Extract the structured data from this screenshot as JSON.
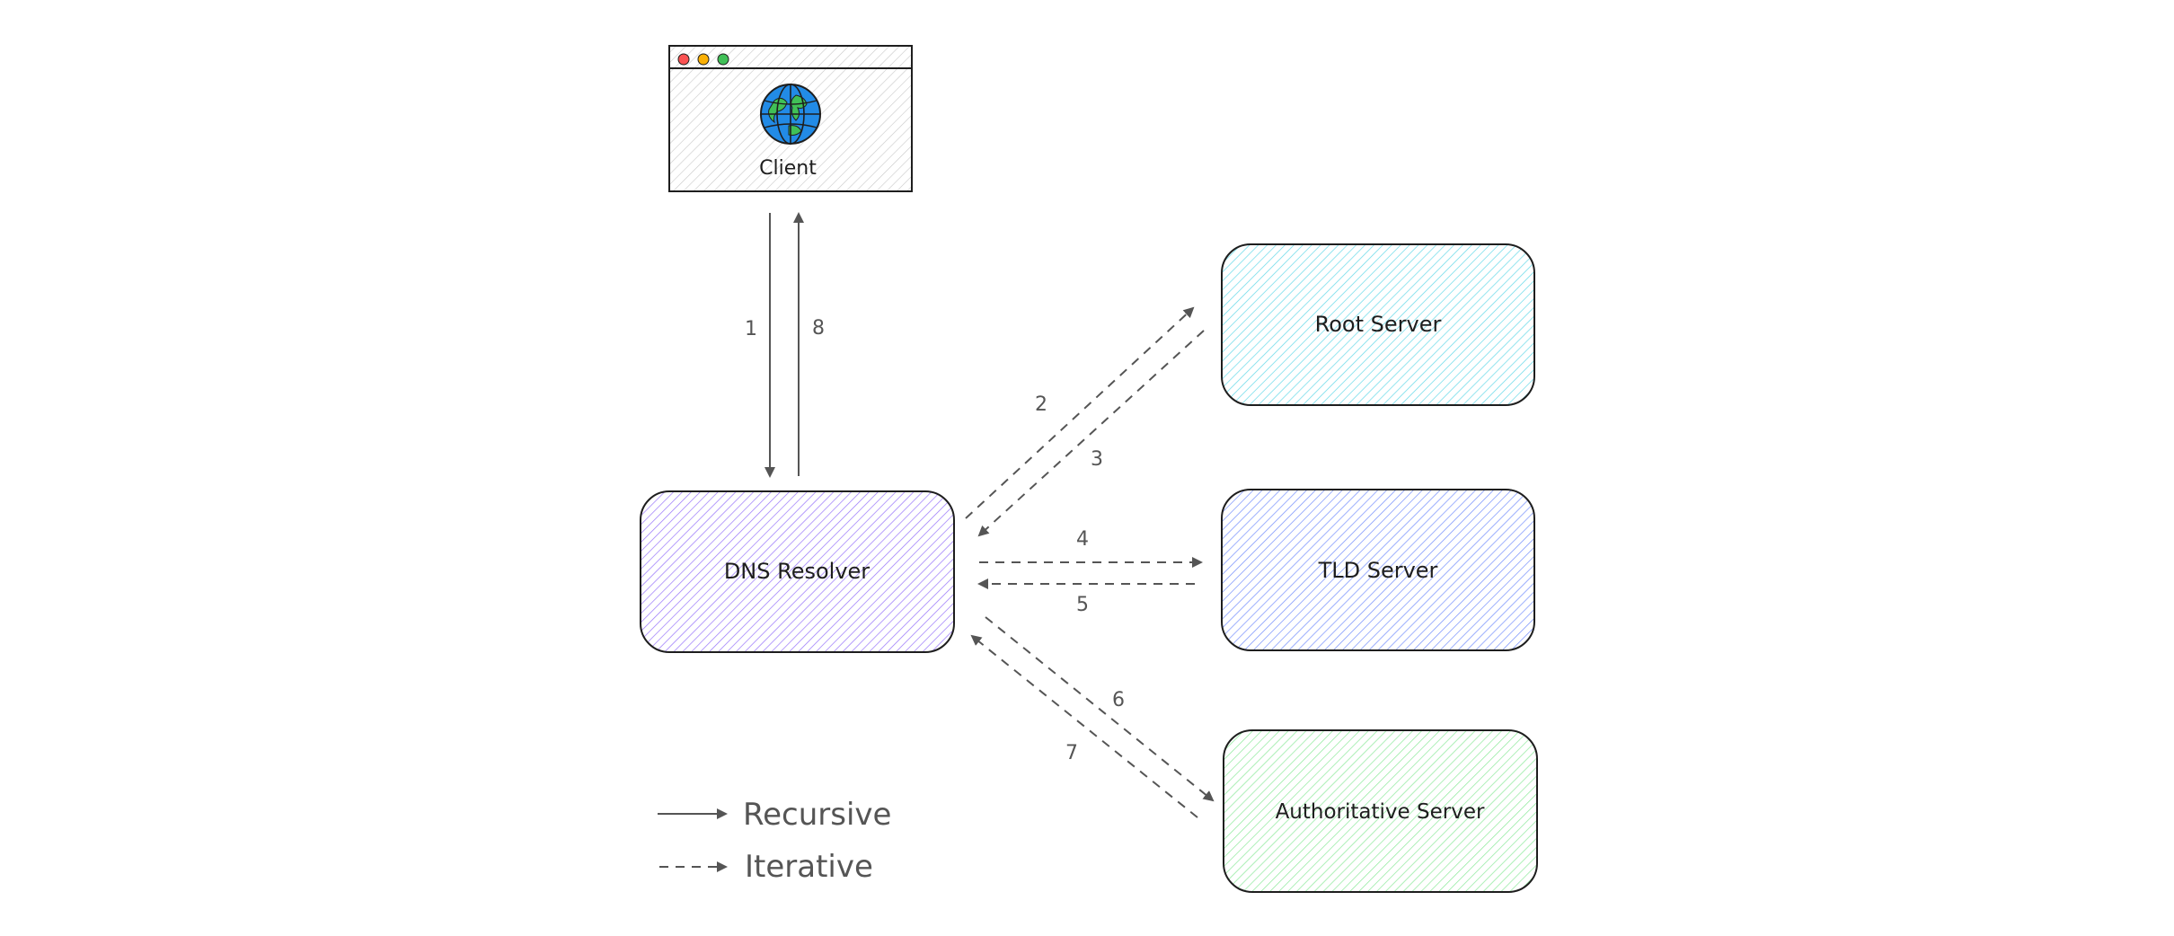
{
  "diagram": {
    "client": {
      "label": "Client"
    },
    "nodes": {
      "resolver": {
        "label": "DNS Resolver",
        "fill": "#7950f2"
      },
      "root": {
        "label": "Root Server",
        "fill": "#15aabf"
      },
      "tld": {
        "label": "TLD Server",
        "fill": "#4c6ef5"
      },
      "authoritative": {
        "label": "Authoritative Server",
        "fill": "#40c057"
      }
    },
    "steps": [
      {
        "number": "1",
        "from": "Client",
        "to": "DNS Resolver",
        "style": "recursive"
      },
      {
        "number": "8",
        "from": "DNS Resolver",
        "to": "Client",
        "style": "recursive"
      },
      {
        "number": "2",
        "from": "DNS Resolver",
        "to": "Root Server",
        "style": "iterative"
      },
      {
        "number": "3",
        "from": "Root Server",
        "to": "DNS Resolver",
        "style": "iterative"
      },
      {
        "number": "4",
        "from": "DNS Resolver",
        "to": "TLD Server",
        "style": "iterative"
      },
      {
        "number": "5",
        "from": "TLD Server",
        "to": "DNS Resolver",
        "style": "iterative"
      },
      {
        "number": "6",
        "from": "DNS Resolver",
        "to": "Authoritative Server",
        "style": "iterative"
      },
      {
        "number": "7",
        "from": "Authoritative Server",
        "to": "DNS Resolver",
        "style": "iterative"
      }
    ],
    "legend": {
      "recursive": "Recursive",
      "iterative": "Iterative"
    },
    "colors": {
      "stroke": "#1e1e1e",
      "arrow": "#555555",
      "window_dots": [
        "#fa5252",
        "#fab005",
        "#40c057"
      ],
      "globe_ocean": "#228be6",
      "globe_land": "#40c057"
    },
    "icons": [
      "browser-window-icon",
      "globe-icon"
    ]
  }
}
